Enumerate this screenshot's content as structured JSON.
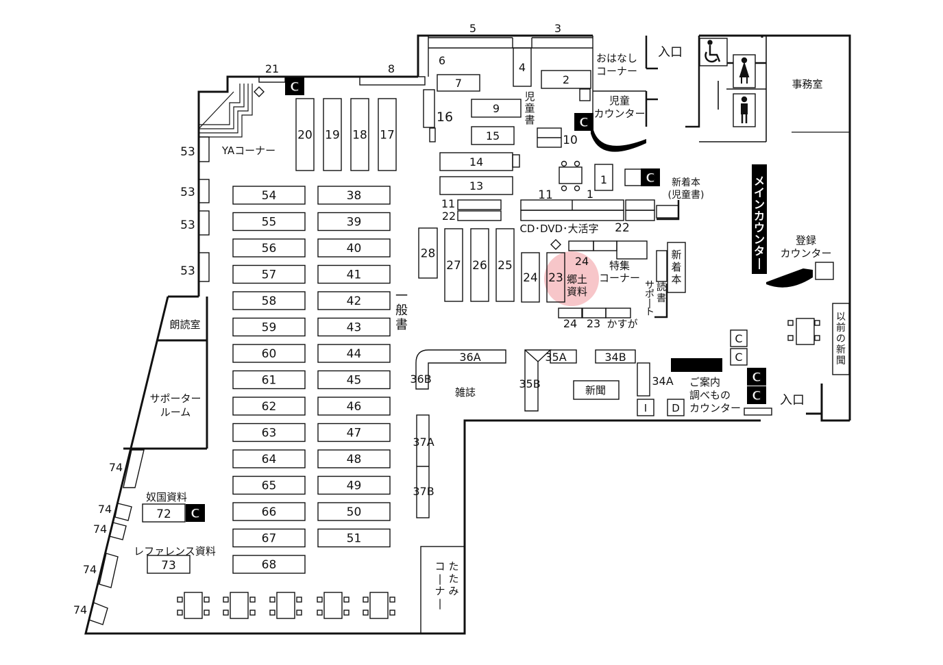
{
  "colors": {
    "highlight": "#f7c6c9",
    "wall": "#000000",
    "c_badge_bg": "#000000",
    "c_badge_fg": "#ffffff"
  },
  "rooms": {
    "ohanashi_corner": "おはなし\nコーナー",
    "jido_counter": "児童\nカウンター",
    "jimushitsu": "事務室",
    "rodokushitsu": "朗読室",
    "supporter_room": "サポーター\nルーム",
    "tatami_corner": "たたみ\nコーナー",
    "main_counter": "メインカウンター",
    "toroku_counter": "登録\nカウンター",
    "annai_counter": "ご案内\n調べもの\nカウンター"
  },
  "entrances": {
    "upper": "入口",
    "lower": "入口"
  },
  "areas": {
    "ya_corner": "YAコーナー",
    "jidosho": "児\n童\n書",
    "ippansho": "一\n般\n書",
    "shinchakubon_jido": "新着本\n(児童書)",
    "cd_dvd": "CD･DVD･大活字",
    "tokushu_corner": "特集\nコーナー",
    "shinchakubon": "新\n着\n本",
    "dokusho_support": "読\n書\nサ\nポ\n|\nト",
    "kyodo_shiryo": "郷土\n資料",
    "kasuga": "かすが",
    "zasshi": "雑誌",
    "shinbun": "新聞",
    "izen_shinbun": "以\n前\nの\n新\n聞",
    "nakoku_shiryo": "奴国資料",
    "reference_shiryo": "レファレンス資料"
  },
  "markers": {
    "c": "C",
    "i": "I",
    "d": "D"
  },
  "shelf_labels": {
    "s1": "1",
    "s1b": "1",
    "s2": "2",
    "s3": "3",
    "s4": "4",
    "s5": "5",
    "s6": "6",
    "s7": "7",
    "s8": "8",
    "s9": "9",
    "s10": "10",
    "s11a": "11",
    "s11b": "11",
    "s13": "13",
    "s14": "14",
    "s15": "15",
    "s16": "16",
    "s17": "17",
    "s18": "18",
    "s19": "19",
    "s20": "20",
    "s21": "21",
    "s22a": "22",
    "s22b": "22",
    "s23a": "23",
    "s23b": "23",
    "s24a": "24",
    "s24b": "24",
    "s24c": "24",
    "s25": "25",
    "s26": "26",
    "s27": "27",
    "s28": "28",
    "s34a": "34A",
    "s34b": "34B",
    "s35a": "35A",
    "s35b": "35B",
    "s36a": "36A",
    "s36b": "36B",
    "s37a": "37A",
    "s37b": "37B",
    "s38": "38",
    "s39": "39",
    "s40": "40",
    "s41": "41",
    "s42": "42",
    "s43": "43",
    "s44": "44",
    "s45": "45",
    "s46": "46",
    "s47": "47",
    "s48": "48",
    "s49": "49",
    "s50": "50",
    "s51": "51",
    "s53a": "53",
    "s53b": "53",
    "s53c": "53",
    "s53d": "53",
    "s54": "54",
    "s55": "55",
    "s56": "56",
    "s57": "57",
    "s58": "58",
    "s59": "59",
    "s60": "60",
    "s61": "61",
    "s62": "62",
    "s63": "63",
    "s64": "64",
    "s65": "65",
    "s66": "66",
    "s67": "67",
    "s68": "68",
    "s72": "72",
    "s73": "73",
    "s74a": "74",
    "s74b": "74",
    "s74c": "74",
    "s74d": "74",
    "s74e": "74"
  },
  "icons": [
    "wheelchair-icon",
    "female-restroom-icon",
    "male-restroom-icon"
  ]
}
